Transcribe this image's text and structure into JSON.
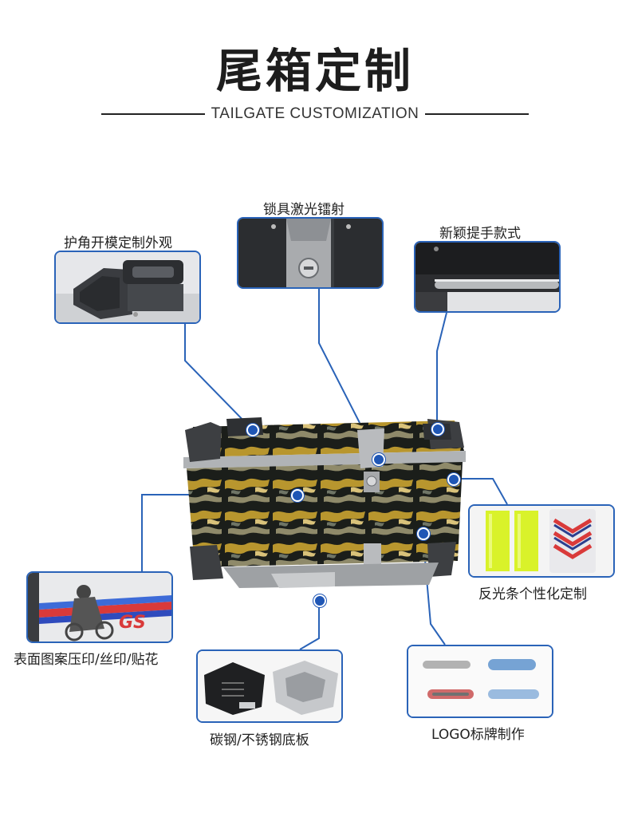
{
  "header": {
    "title": "尾箱定制",
    "subtitle": "TAILGATE CUSTOMIZATION"
  },
  "features": {
    "corner_guard": "护角开模定制外观",
    "lock_laser": "锁具激光镭射",
    "new_handle": "新颖提手款式",
    "reflective_strip": "反光条个性化定制",
    "surface_pattern": "表面图案压印/丝印/贴花",
    "base_plate": "碳钢/不锈钢底板",
    "logo_plate": "LOGO标牌制作"
  },
  "decal": {
    "gs_text": "GS"
  },
  "colors": {
    "accent": "#2a63b8",
    "dot": "#1f56b5",
    "camo_dark": "#1b1e1a",
    "camo_gold": "#b8962e",
    "reflective_yellow": "#d9f22a",
    "reflective_red": "#d93a3a"
  }
}
